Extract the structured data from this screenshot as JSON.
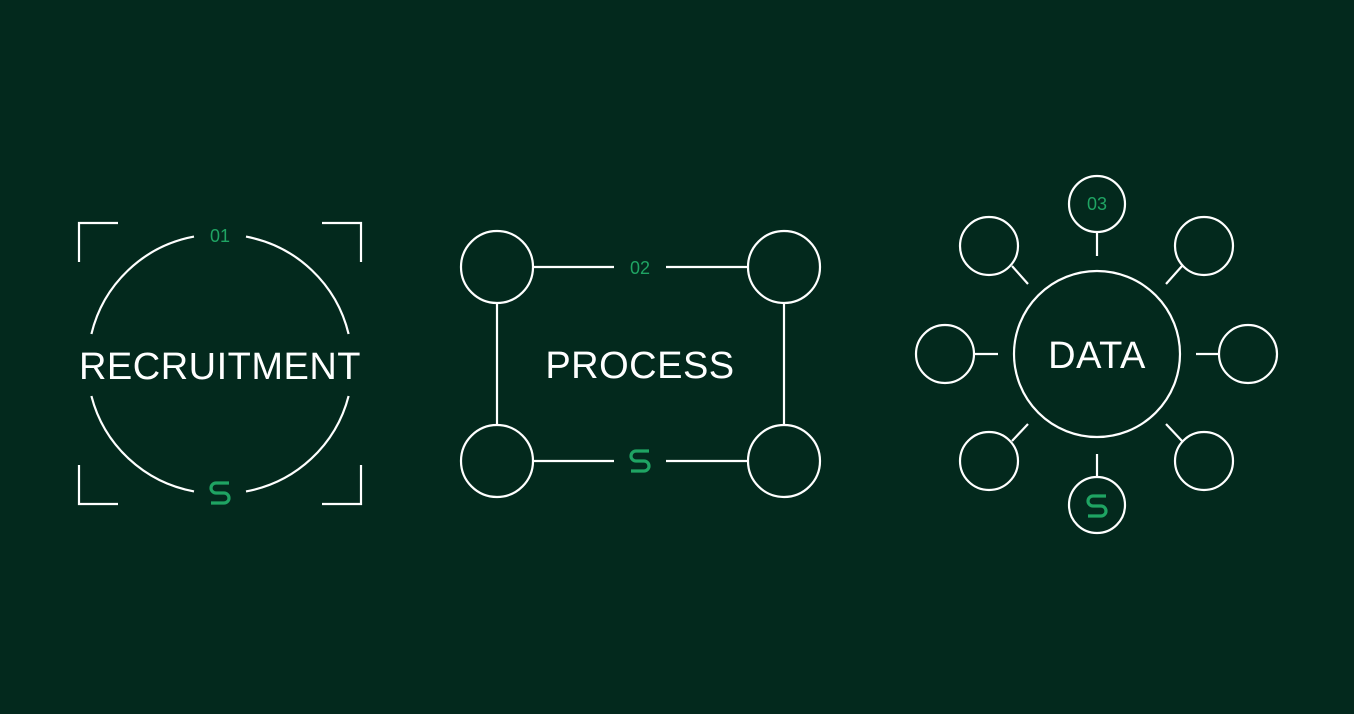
{
  "colors": {
    "background": "#03291d",
    "line": "#ffffff",
    "accent": "#1fa463"
  },
  "sections": [
    {
      "id": "recruitment",
      "number": "01",
      "label": "RECRUITMENT",
      "shape": "circle-in-brackets"
    },
    {
      "id": "process",
      "number": "02",
      "label": "PROCESS",
      "shape": "four-node-rectangle"
    },
    {
      "id": "data",
      "number": "03",
      "label": "DATA",
      "shape": "hub-and-spoke"
    }
  ],
  "logo_icon": "s-logo-icon"
}
